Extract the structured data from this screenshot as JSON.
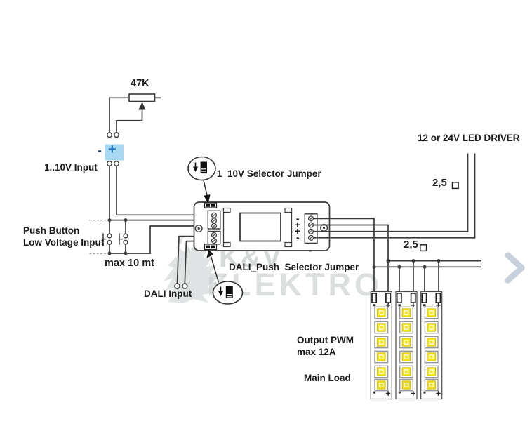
{
  "diagram": {
    "labels": {
      "pot_value": "47K",
      "analog_input": "1..10V Input",
      "push_button_1": "Push Button",
      "push_button_2": "Low Voltage Input",
      "max_cable": "max 10 mt",
      "dali_input": "DALI Input",
      "selector_1_10v": "1_10V Selector Jumper",
      "selector_dali": "DALI_Push  Selector Jumper",
      "led_driver": "12 or 24V LED DRIVER",
      "gauge_top": "2,5",
      "gauge_bottom": "2,5",
      "output_pwm": "Output PWM",
      "output_max": "max 12A",
      "main_load": "Main Load"
    },
    "terminals": {
      "right_block": [
        "-",
        "+",
        "+",
        "-"
      ],
      "analog_minus": "-",
      "analog_plus": "+"
    },
    "counts": {
      "led_strips": 3,
      "leds_per_strip": 6
    },
    "colors": {
      "wire": "#3a3a3a",
      "analog_input_box": "#a8d9f2",
      "plus_blue": "#1d76c2",
      "led_yellow": "#f6e60a",
      "chevron": "#c7d0db",
      "watermark": "#d3d8d9"
    }
  },
  "watermark": {
    "line1": "K&V",
    "line2": "ELEKTRO"
  }
}
